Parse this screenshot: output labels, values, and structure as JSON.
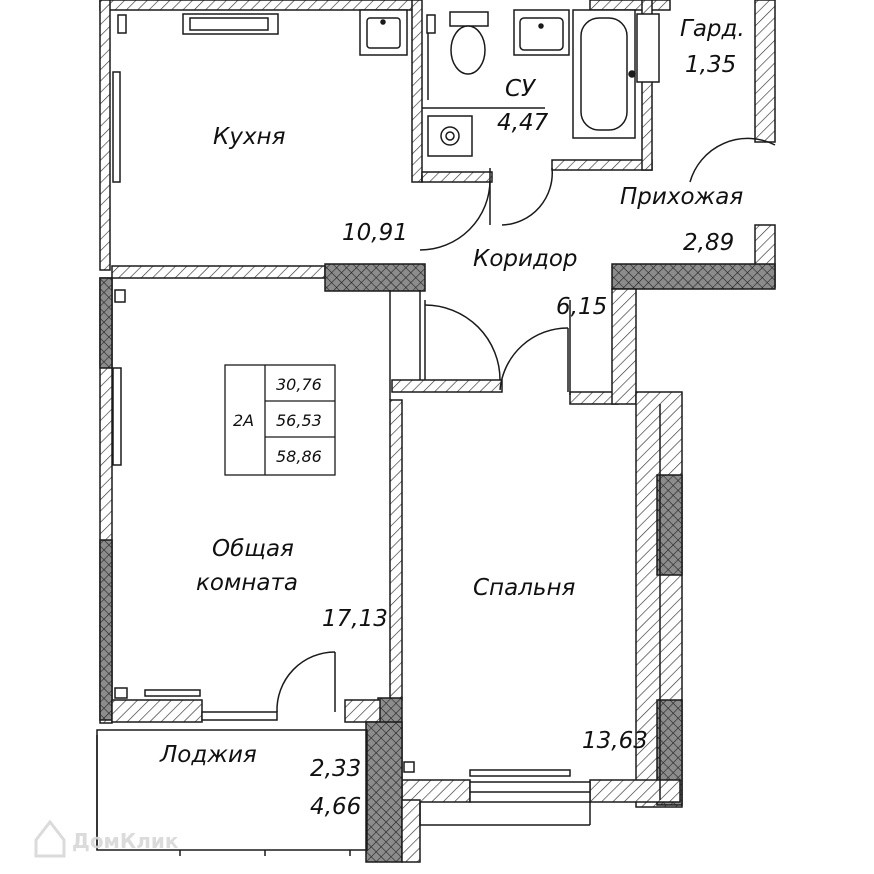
{
  "rooms": {
    "kitchen": {
      "name": "Кухня",
      "area": "10,91"
    },
    "bathroom": {
      "name": "СУ",
      "area": "4,47"
    },
    "wardrobe": {
      "name": "Гард.",
      "area": "1,35"
    },
    "hallway": {
      "name": "Прихожая",
      "area": "2,89"
    },
    "corridor": {
      "name": "Коридор",
      "area": "6,15"
    },
    "living": {
      "name_line1": "Общая",
      "name_line2": "комната",
      "area": "17,13"
    },
    "bedroom": {
      "name": "Спальня",
      "area": "13,63"
    },
    "loggia": {
      "name": "Лоджия",
      "area": "2,33",
      "area_full": "4,66"
    }
  },
  "summary": {
    "type": "2А",
    "living_area": "30,76",
    "total_area": "56,53",
    "total_with_loggia": "58,86"
  },
  "watermark": "ДомКлик",
  "colors": {
    "wall_fill": "#8c8c8c",
    "line": "#1a1a1a",
    "hatch": "#333333",
    "watermark": "#d8d8d8"
  }
}
